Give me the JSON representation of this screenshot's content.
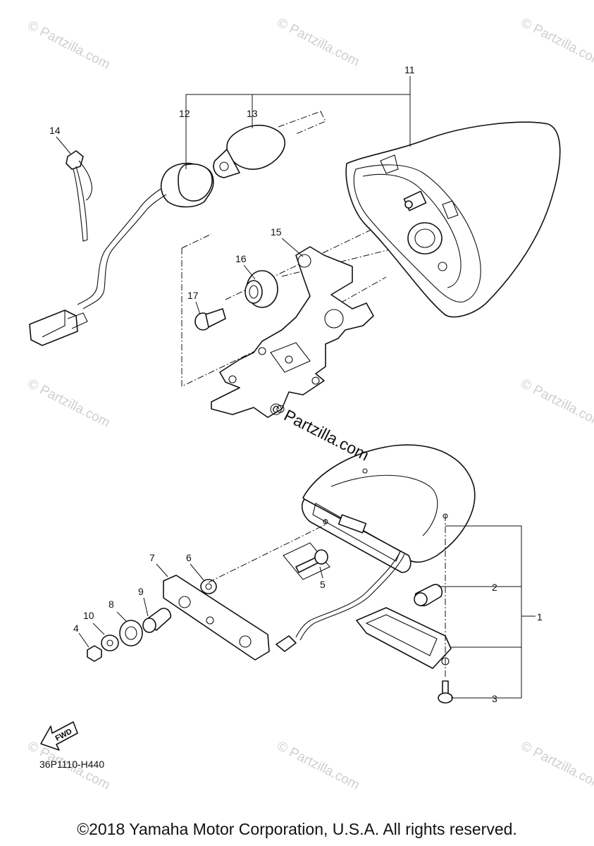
{
  "watermark_text": "© Partzilla.com",
  "center_watermark": "© Partzilla.com",
  "callouts": {
    "p1": "1",
    "p2": "2",
    "p3": "3",
    "p4": "4",
    "p5": "5",
    "p6": "6",
    "p7": "7",
    "p8": "8",
    "p9": "9",
    "p10": "10",
    "p11": "11",
    "p12": "12",
    "p13": "13",
    "p14": "14",
    "p15": "15",
    "p16": "16",
    "p17": "17"
  },
  "fwd_label": "FWD",
  "diagram_code": "36P1110-H440",
  "copyright": "©2018 Yamaha Motor Corporation, U.S.A. All rights reserved.",
  "colors": {
    "line": "#111111",
    "watermark": "#cfcfcf",
    "background": "#ffffff"
  }
}
